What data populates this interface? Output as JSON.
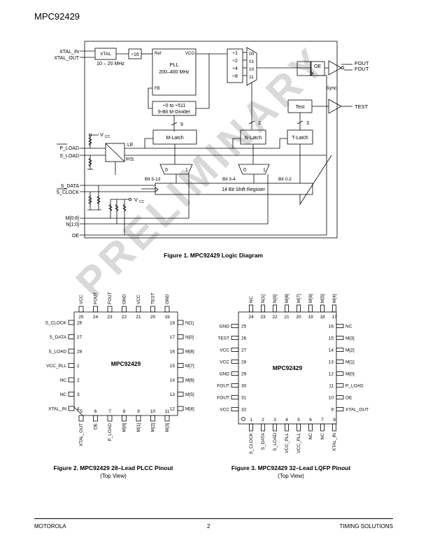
{
  "header": {
    "title": "MPC92429"
  },
  "watermark": "PRELIMINARY",
  "logic": {
    "caption": "Figure 1. MPC92429 Logic Diagram",
    "inputs": {
      "xtal_in": "XTAL_IN",
      "xtal_out": "XTAL_OUT",
      "p_load": "P_LOAD",
      "s_load": "S_LOAD",
      "s_data": "S_DATA",
      "s_clock": "S_CLOCK",
      "m": "M[0:8]",
      "n": "N[1:0]",
      "oe": "OE"
    },
    "outputs": {
      "fout": "FOUT",
      "fout_b": "FOUT",
      "test": "TEST"
    },
    "blocks": {
      "xtal": "XTAL",
      "xtal_freq": "10 – 20 MHz",
      "div16": "÷16",
      "pll_ref": "Ref",
      "pll_vco": "VCO",
      "pll_fb": "FB",
      "pll": "PLL",
      "pll_range": "200–400 MHz",
      "mdiv1": "÷0 to ÷511",
      "mdiv2": "9-Bit M-Divider",
      "div_opts": [
        "÷1",
        "÷2",
        "÷4",
        "÷8"
      ],
      "mux_sel": [
        "00",
        "01",
        "10",
        "11"
      ],
      "oe": "OE",
      "sync": "Sync",
      "test": "Test",
      "mlatch": "M-Latch",
      "nlatch": "N-Latch",
      "tlatch": "T-Latch",
      "le": "LE",
      "ps": "P/S",
      "vcc": "V",
      "vcc_sub": "CC",
      "bus9": "9",
      "bus2": "2",
      "bus3": "3",
      "mux0": "0",
      "mux1": "1",
      "bits_m": "Bit 5-13",
      "bits_n": "Bit 3-4",
      "bits_t": "Bit 0-2",
      "shift": "14 Bit Shift Register"
    }
  },
  "plcc": {
    "caption": "Figure 2. MPC92429 28–Lead PLCC Pinout",
    "view": "(Top View)",
    "device": "MPC92429",
    "top": [
      {
        "n": "25",
        "s": "VCC"
      },
      {
        "n": "24",
        "s": "FOUT"
      },
      {
        "n": "23",
        "s": "FOUT"
      },
      {
        "n": "22",
        "s": "GND"
      },
      {
        "n": "21",
        "s": "VCC"
      },
      {
        "n": "20",
        "s": "TEST"
      },
      {
        "n": "19",
        "s": "GND"
      }
    ],
    "left": [
      {
        "n": "26",
        "s": "S_CLOCK"
      },
      {
        "n": "27",
        "s": "S_DATA"
      },
      {
        "n": "28",
        "s": "S_LOAD"
      },
      {
        "n": "1",
        "s": "VCC_PLL"
      },
      {
        "n": "2",
        "s": "NC"
      },
      {
        "n": "3",
        "s": "NC"
      },
      {
        "n": "4",
        "s": "XTAL_IN"
      }
    ],
    "right": [
      {
        "n": "18",
        "s": "N[1]"
      },
      {
        "n": "17",
        "s": "N[0]"
      },
      {
        "n": "16",
        "s": "M[8]"
      },
      {
        "n": "15",
        "s": "M[7]"
      },
      {
        "n": "14",
        "s": "M[6]"
      },
      {
        "n": "13",
        "s": "M[5]"
      },
      {
        "n": "12",
        "s": "M[4]"
      }
    ],
    "bottom": [
      {
        "n": "5",
        "s": "XTAL_OUT"
      },
      {
        "n": "6",
        "s": "OE"
      },
      {
        "n": "7",
        "s": "P_LOAD"
      },
      {
        "n": "8",
        "s": "M[0]"
      },
      {
        "n": "9",
        "s": "M[1]"
      },
      {
        "n": "10",
        "s": "M[2]"
      },
      {
        "n": "11",
        "s": "M[3]"
      }
    ]
  },
  "lqfp": {
    "caption": "Figure 3. MPC92429 32–Lead LQFP Pinout",
    "view": "(Top View)",
    "device": "MPC92429",
    "top": [
      {
        "n": "24",
        "s": "NC"
      },
      {
        "n": "23",
        "s": "N[1]"
      },
      {
        "n": "22",
        "s": "N[0]"
      },
      {
        "n": "21",
        "s": "M[8]"
      },
      {
        "n": "20",
        "s": "M[7]"
      },
      {
        "n": "19",
        "s": "M[6]"
      },
      {
        "n": "18",
        "s": "M[5]"
      },
      {
        "n": "17",
        "s": "M[4]"
      }
    ],
    "left": [
      {
        "n": "25",
        "s": "GND"
      },
      {
        "n": "26",
        "s": "TEST"
      },
      {
        "n": "27",
        "s": "VCC"
      },
      {
        "n": "28",
        "s": "VCC"
      },
      {
        "n": "29",
        "s": "GND"
      },
      {
        "n": "30",
        "s": "FOUT"
      },
      {
        "n": "31",
        "s": "FOUT"
      },
      {
        "n": "32",
        "s": "VCC"
      }
    ],
    "right": [
      {
        "n": "16",
        "s": "NC"
      },
      {
        "n": "15",
        "s": "M[3]"
      },
      {
        "n": "14",
        "s": "M[2]"
      },
      {
        "n": "13",
        "s": "M[1]"
      },
      {
        "n": "12",
        "s": "M[0]"
      },
      {
        "n": "11",
        "s": "P_LOAD"
      },
      {
        "n": "10",
        "s": "OE"
      },
      {
        "n": "9",
        "s": "XTAL_OUT"
      }
    ],
    "bottom": [
      {
        "n": "1",
        "s": "S_CLOCK"
      },
      {
        "n": "2",
        "s": "S_DATA"
      },
      {
        "n": "3",
        "s": "S_LOAD"
      },
      {
        "n": "4",
        "s": "VCC_PLL"
      },
      {
        "n": "5",
        "s": "VCC_PLL"
      },
      {
        "n": "6",
        "s": "NC"
      },
      {
        "n": "7",
        "s": "NC"
      },
      {
        "n": "8",
        "s": "XTAL_IN"
      }
    ]
  },
  "footer": {
    "left": "MOTOROLA",
    "center": "2",
    "right": "TIMING SOLUTIONS"
  }
}
